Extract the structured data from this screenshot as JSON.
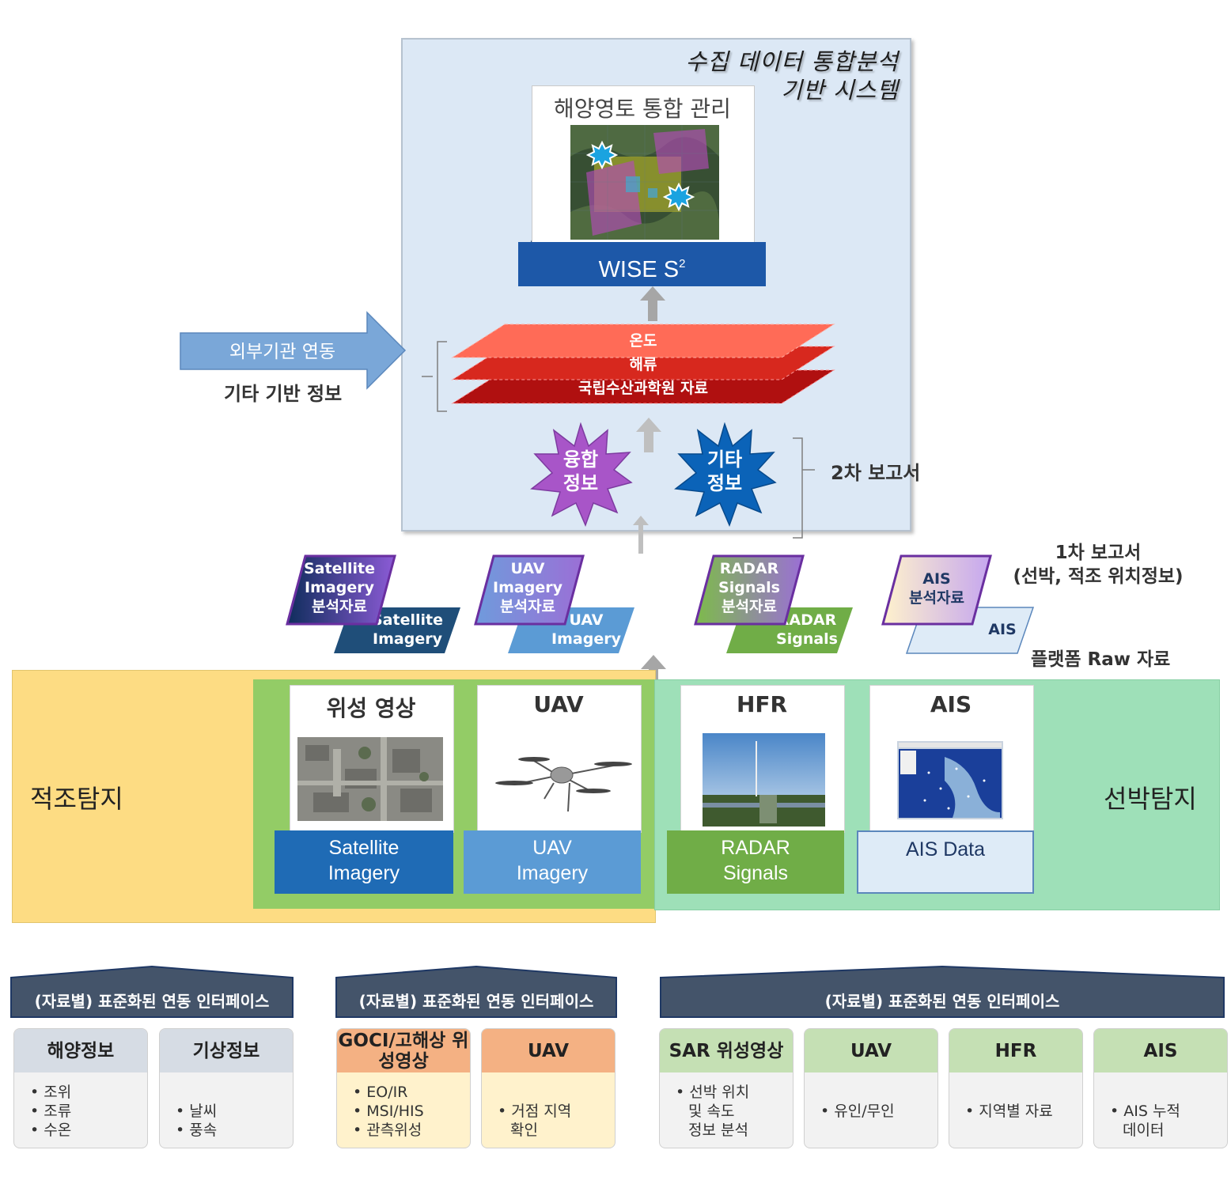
{
  "system": {
    "title_line1": "수집 데이터 통합분석",
    "title_line2": "기반 시스템",
    "panel_title": "해양영토 통합 관리",
    "platform_name": "WISE S",
    "platform_superscript": "2"
  },
  "layers": [
    "온도",
    "해류",
    "국립수산과학원 자료"
  ],
  "external": {
    "arrow_label": "외부기관 연동",
    "caption": "기타 기반 정보"
  },
  "starbursts": {
    "fusion": [
      "융합",
      "정보"
    ],
    "other": [
      "기타",
      "정보"
    ]
  },
  "reports": {
    "second": "2차 보고서",
    "first_line1": "1차 보고서",
    "first_line2": "(선박, 적조 위치정보)",
    "raw": "플랫폼 Raw 자료"
  },
  "analysis_cards": [
    {
      "front": [
        "Satellite",
        "Imagery",
        "분석자료"
      ],
      "back": [
        "Satellite",
        "Imagery"
      ],
      "front_color": "#1b3a6b",
      "back_color": "#1f4e79"
    },
    {
      "front": [
        "UAV",
        "Imagery",
        "분석자료"
      ],
      "back": [
        "UAV",
        "Imagery"
      ],
      "front_color": "#6c8fd4",
      "back_color": "#5b9bd5"
    },
    {
      "front": [
        "RADAR",
        "Signals",
        "분석자료"
      ],
      "back": [
        "RADAR",
        "Signals"
      ],
      "front_color": "#7ab648",
      "back_color": "#70ad47"
    },
    {
      "front": [
        "AIS",
        "분석자료"
      ],
      "back": [
        "AIS"
      ],
      "front_color": "#fff2cc",
      "back_color": "#deebf7"
    }
  ],
  "zones": {
    "red_tide": "적조탐지",
    "ship": "선박탐지"
  },
  "platforms": [
    {
      "title": "위성 영상",
      "base": [
        "Satellite",
        "Imagery"
      ],
      "base_color": "#1f6bb5"
    },
    {
      "title": "UAV",
      "base": [
        "UAV",
        "Imagery"
      ],
      "base_color": "#5b9bd5"
    },
    {
      "title": "HFR",
      "base": [
        "RADAR",
        "Signals"
      ],
      "base_color": "#70ad47"
    },
    {
      "title": "AIS",
      "base": [
        "AIS Data"
      ],
      "base_color": "#deebf7"
    }
  ],
  "interfaces": [
    {
      "header": "(자료별) 표준화된 연동 인터페이스",
      "cards": [
        {
          "title": "해양정보",
          "items": [
            "조위",
            "조류",
            "수온"
          ]
        },
        {
          "title": "기상정보",
          "items": [
            "날씨",
            "풍속"
          ]
        }
      ]
    },
    {
      "header": "(자료별) 표준화된 연동 인터페이스",
      "cards": [
        {
          "title": "GOCI/고해상 위성영상",
          "items": [
            "EO/IR",
            "MSI/HIS",
            "관측위성"
          ]
        },
        {
          "title": "UAV",
          "items": [
            "거점 지역",
            "확인"
          ]
        }
      ]
    },
    {
      "header": "(자료별) 표준화된 연동 인터페이스",
      "cards": [
        {
          "title": "SAR 위성영상",
          "items": [
            "선박 위치",
            "및 속도",
            "정보 분석"
          ]
        },
        {
          "title": "UAV",
          "items": [
            "유인/무인"
          ]
        },
        {
          "title": "HFR",
          "items": [
            "지역별 자료"
          ]
        },
        {
          "title": "AIS",
          "items": [
            "AIS 누적",
            "데이터"
          ]
        }
      ]
    }
  ],
  "colors": {
    "navy": "#1d58a8",
    "header_dark": "#44546a",
    "gray_head": "#d6dce4",
    "orange_head": "#f4b183",
    "orange_body": "#fff2cc",
    "green_head": "#c5e0b4"
  }
}
